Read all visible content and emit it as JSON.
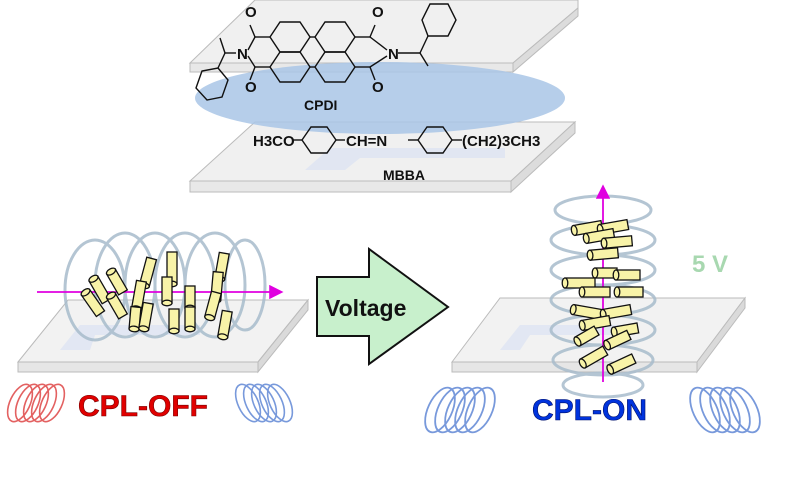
{
  "top_panel": {
    "molecule_1": {
      "name": "CPDI",
      "atoms": {
        "oxygen": "O",
        "nitrogen": "N"
      }
    },
    "molecule_2": {
      "name": "MBBA",
      "left_group": "H3CO",
      "linker": "CH=N",
      "right_group": "(CH2)3CH3"
    },
    "mixture_ellipse_color": "#a9c6e6"
  },
  "left_panel": {
    "state_label": "CPL-OFF",
    "state_color": "#e00000",
    "left_helix_color": "#e05050",
    "right_helix_color": "#6a8fd8"
  },
  "arrow": {
    "label": "Voltage",
    "fill": "#c8f0cc"
  },
  "right_panel": {
    "state_label": "CPL-ON",
    "state_color": "#0033dd",
    "voltage_label": "5 V",
    "voltage_color": "#a8d8b0",
    "helix_color": "#6a8fd8"
  },
  "colors": {
    "rod_fill": "#f8f3a8",
    "axis_color": "#e000e0",
    "substrate": "#eeeeee"
  }
}
